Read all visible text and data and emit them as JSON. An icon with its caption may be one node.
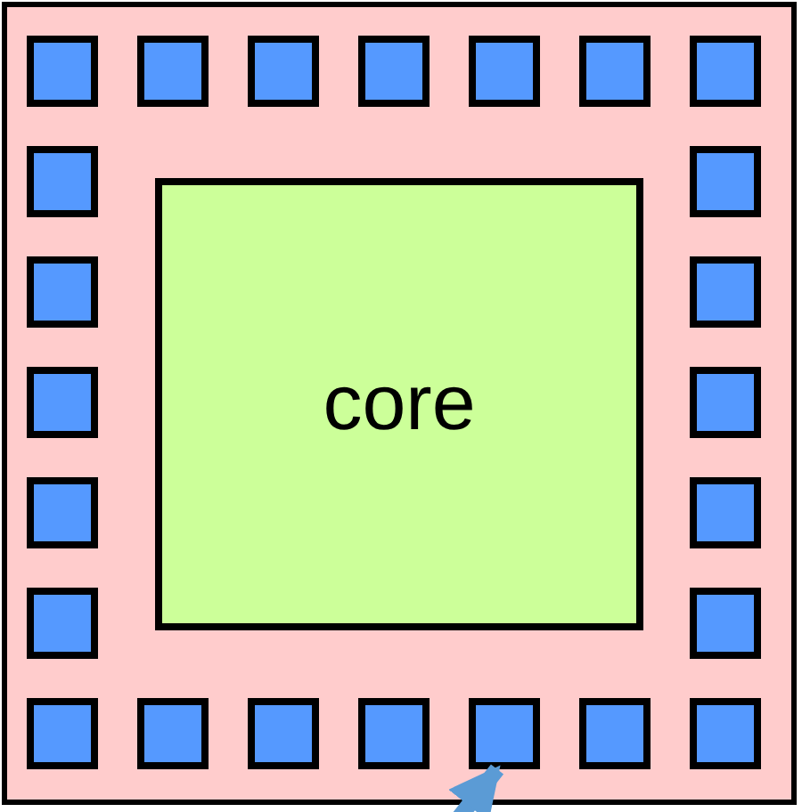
{
  "diagram": {
    "nodes": [
      {
        "text": [],
        "shape": "box"
      },
      {
        "text": [
          "core"
        ],
        "in": 0
      },
      {
        "text": [],
        "shape": "box",
        "in": 0
      },
      {
        "text": [],
        "shape": "box",
        "in": 0
      },
      {
        "text": [],
        "shape": "box",
        "in": 0
      },
      {
        "text": [],
        "shape": "box",
        "in": 0
      },
      {
        "text": [],
        "shape": "box",
        "in": 0
      },
      {
        "text": [],
        "shape": "box",
        "in": 0
      },
      {
        "text": [],
        "shape": "box",
        "in": 0
      },
      {
        "text": [],
        "shape": "box",
        "in": 0
      },
      {
        "text": [],
        "shape": "box",
        "in": 0
      },
      {
        "text": [],
        "shape": "box",
        "in": 0
      },
      {
        "text": [],
        "shape": "box",
        "in": 0
      },
      {
        "text": [],
        "shape": "box",
        "in": 0
      },
      {
        "text": [],
        "shape": "box",
        "in": 0
      },
      {
        "text": [],
        "shape": "box",
        "in": 0
      },
      {
        "text": [],
        "shape": "box",
        "in": 0
      },
      {
        "text": [],
        "shape": "box",
        "in": 0
      },
      {
        "text": [],
        "shape": "box",
        "in": 0
      },
      {
        "text": [],
        "shape": "box",
        "in": 0
      },
      {
        "text": [],
        "shape": "box",
        "in": 0
      },
      {
        "text": [],
        "shape": "box",
        "in": 0
      },
      {
        "text": [],
        "shape": "box",
        "in": 0
      },
      {
        "text": [],
        "shape": "box",
        "in": 0
      },
      {
        "text": [],
        "shape": "box",
        "in": 0
      },
      {
        "text": [],
        "shape": "box",
        "in": 0
      }
    ],
    "edges": [
      {
        "from": null,
        "to": 23,
        "arrow": "to"
      }
    ]
  }
}
